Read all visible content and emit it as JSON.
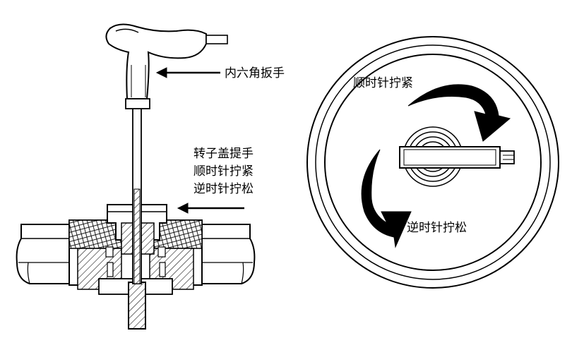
{
  "labels": {
    "hex_wrench": "内六角扳手",
    "rotor_cap_line1": "转子盖提手",
    "rotor_cap_line2": "顺时针拧紧",
    "rotor_cap_line3": "逆时针拧松",
    "clockwise_tighten": "顺时针拧紧",
    "counterclockwise_loosen": "逆时针拧松"
  },
  "colors": {
    "stroke": "#000000",
    "fill": "#ffffff"
  },
  "icons": [
    "pointer-arrow-icon",
    "rotate-clockwise-arrow-icon",
    "rotate-counterclockwise-arrow-icon"
  ]
}
